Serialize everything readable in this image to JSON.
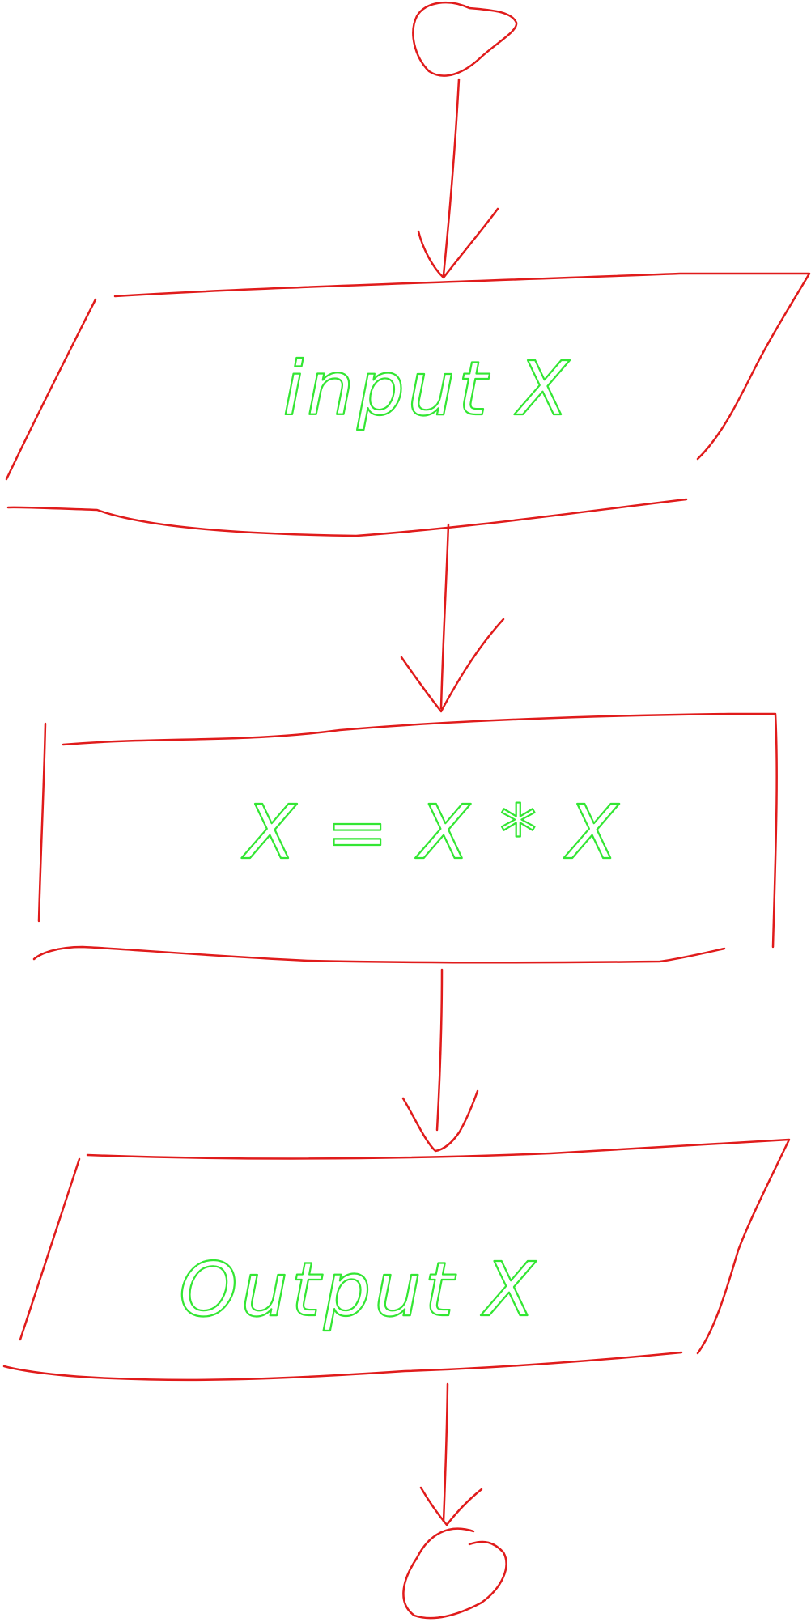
{
  "colors": {
    "shape": "#e01b1b",
    "text": "#33e633",
    "background": "#ffffff"
  },
  "nodes": [
    {
      "id": "start",
      "shape": "terminal-circle",
      "label": ""
    },
    {
      "id": "input",
      "shape": "parallelogram-io",
      "label": "input X"
    },
    {
      "id": "process",
      "shape": "rectangle-process",
      "label": "X = X * X"
    },
    {
      "id": "output",
      "shape": "parallelogram-io",
      "label": "Output X"
    },
    {
      "id": "end",
      "shape": "terminal-circle",
      "label": ""
    }
  ],
  "edges": [
    {
      "from": "start",
      "to": "input"
    },
    {
      "from": "input",
      "to": "process"
    },
    {
      "from": "process",
      "to": "output"
    },
    {
      "from": "output",
      "to": "end"
    }
  ]
}
